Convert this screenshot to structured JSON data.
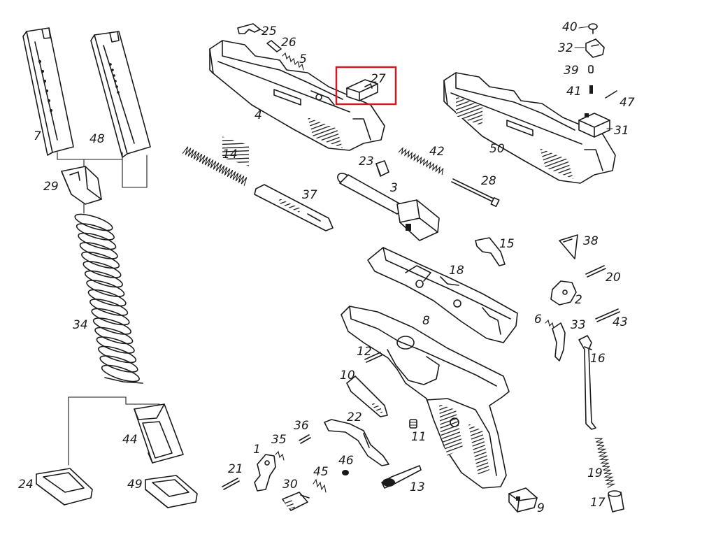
{
  "labels": {
    "p1": "1",
    "p2": "2",
    "p3": "3",
    "p4": "4",
    "p5": "5",
    "p6": "6",
    "p7": "7",
    "p8": "8",
    "p9": "9",
    "p10": "10",
    "p11": "11",
    "p12": "12",
    "p13": "13",
    "p14": "14",
    "p15": "15",
    "p16": "16",
    "p17": "17",
    "p18": "18",
    "p19": "19",
    "p20": "20",
    "p21": "21",
    "p22": "22",
    "p23": "23",
    "p24": "24",
    "p25": "25",
    "p26": "26",
    "p27": "27",
    "p28": "28",
    "p29": "29",
    "p30": "30",
    "p31": "31",
    "p32": "32",
    "p33": "33",
    "p34": "34",
    "p35": "35",
    "p36": "36",
    "p37": "37",
    "p38": "38",
    "p39": "39",
    "p40": "40",
    "p41": "41",
    "p42": "42",
    "p43": "43",
    "p44": "44",
    "p45": "45",
    "p46": "46",
    "p47": "47",
    "p48": "48",
    "p49": "49",
    "p50": "50"
  },
  "highlight": {
    "part": "27",
    "color": "#d11b24"
  }
}
